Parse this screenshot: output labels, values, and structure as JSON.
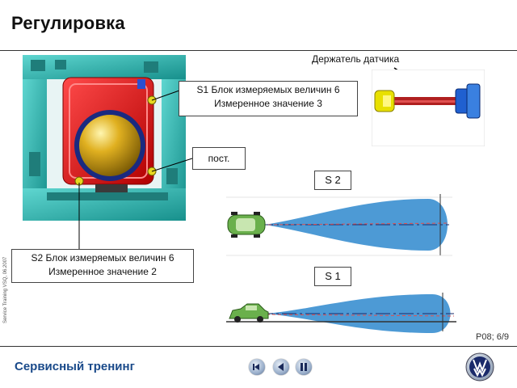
{
  "title": "Регулировка",
  "sensor_holder_label": "Держатель датчика",
  "callout_s1": {
    "line1": "S1 Блок измеряемых величин 6",
    "line2": "Измеренное значение 3"
  },
  "callout_post": "пост.",
  "callout_s2": {
    "line1": "S2 Блок измеряемых величин 6",
    "line2": "Измеренное значение 2"
  },
  "label_s2": "S 2",
  "label_s1": "S 1",
  "page_number": "P08; 6/9",
  "sidebar_note": "Service Training VSQ, 06.2007",
  "footer_title": "Сервисный тренинг",
  "nav": {
    "buttons": [
      "back-to-start",
      "previous",
      "pause"
    ]
  },
  "colors": {
    "title_rule": "#333333",
    "footer_text": "#1a4a8a",
    "beam": "#3a8fd0",
    "radar_housing": "#e01010",
    "bracket": "#2bb5b0",
    "car": "#6ab04c"
  }
}
